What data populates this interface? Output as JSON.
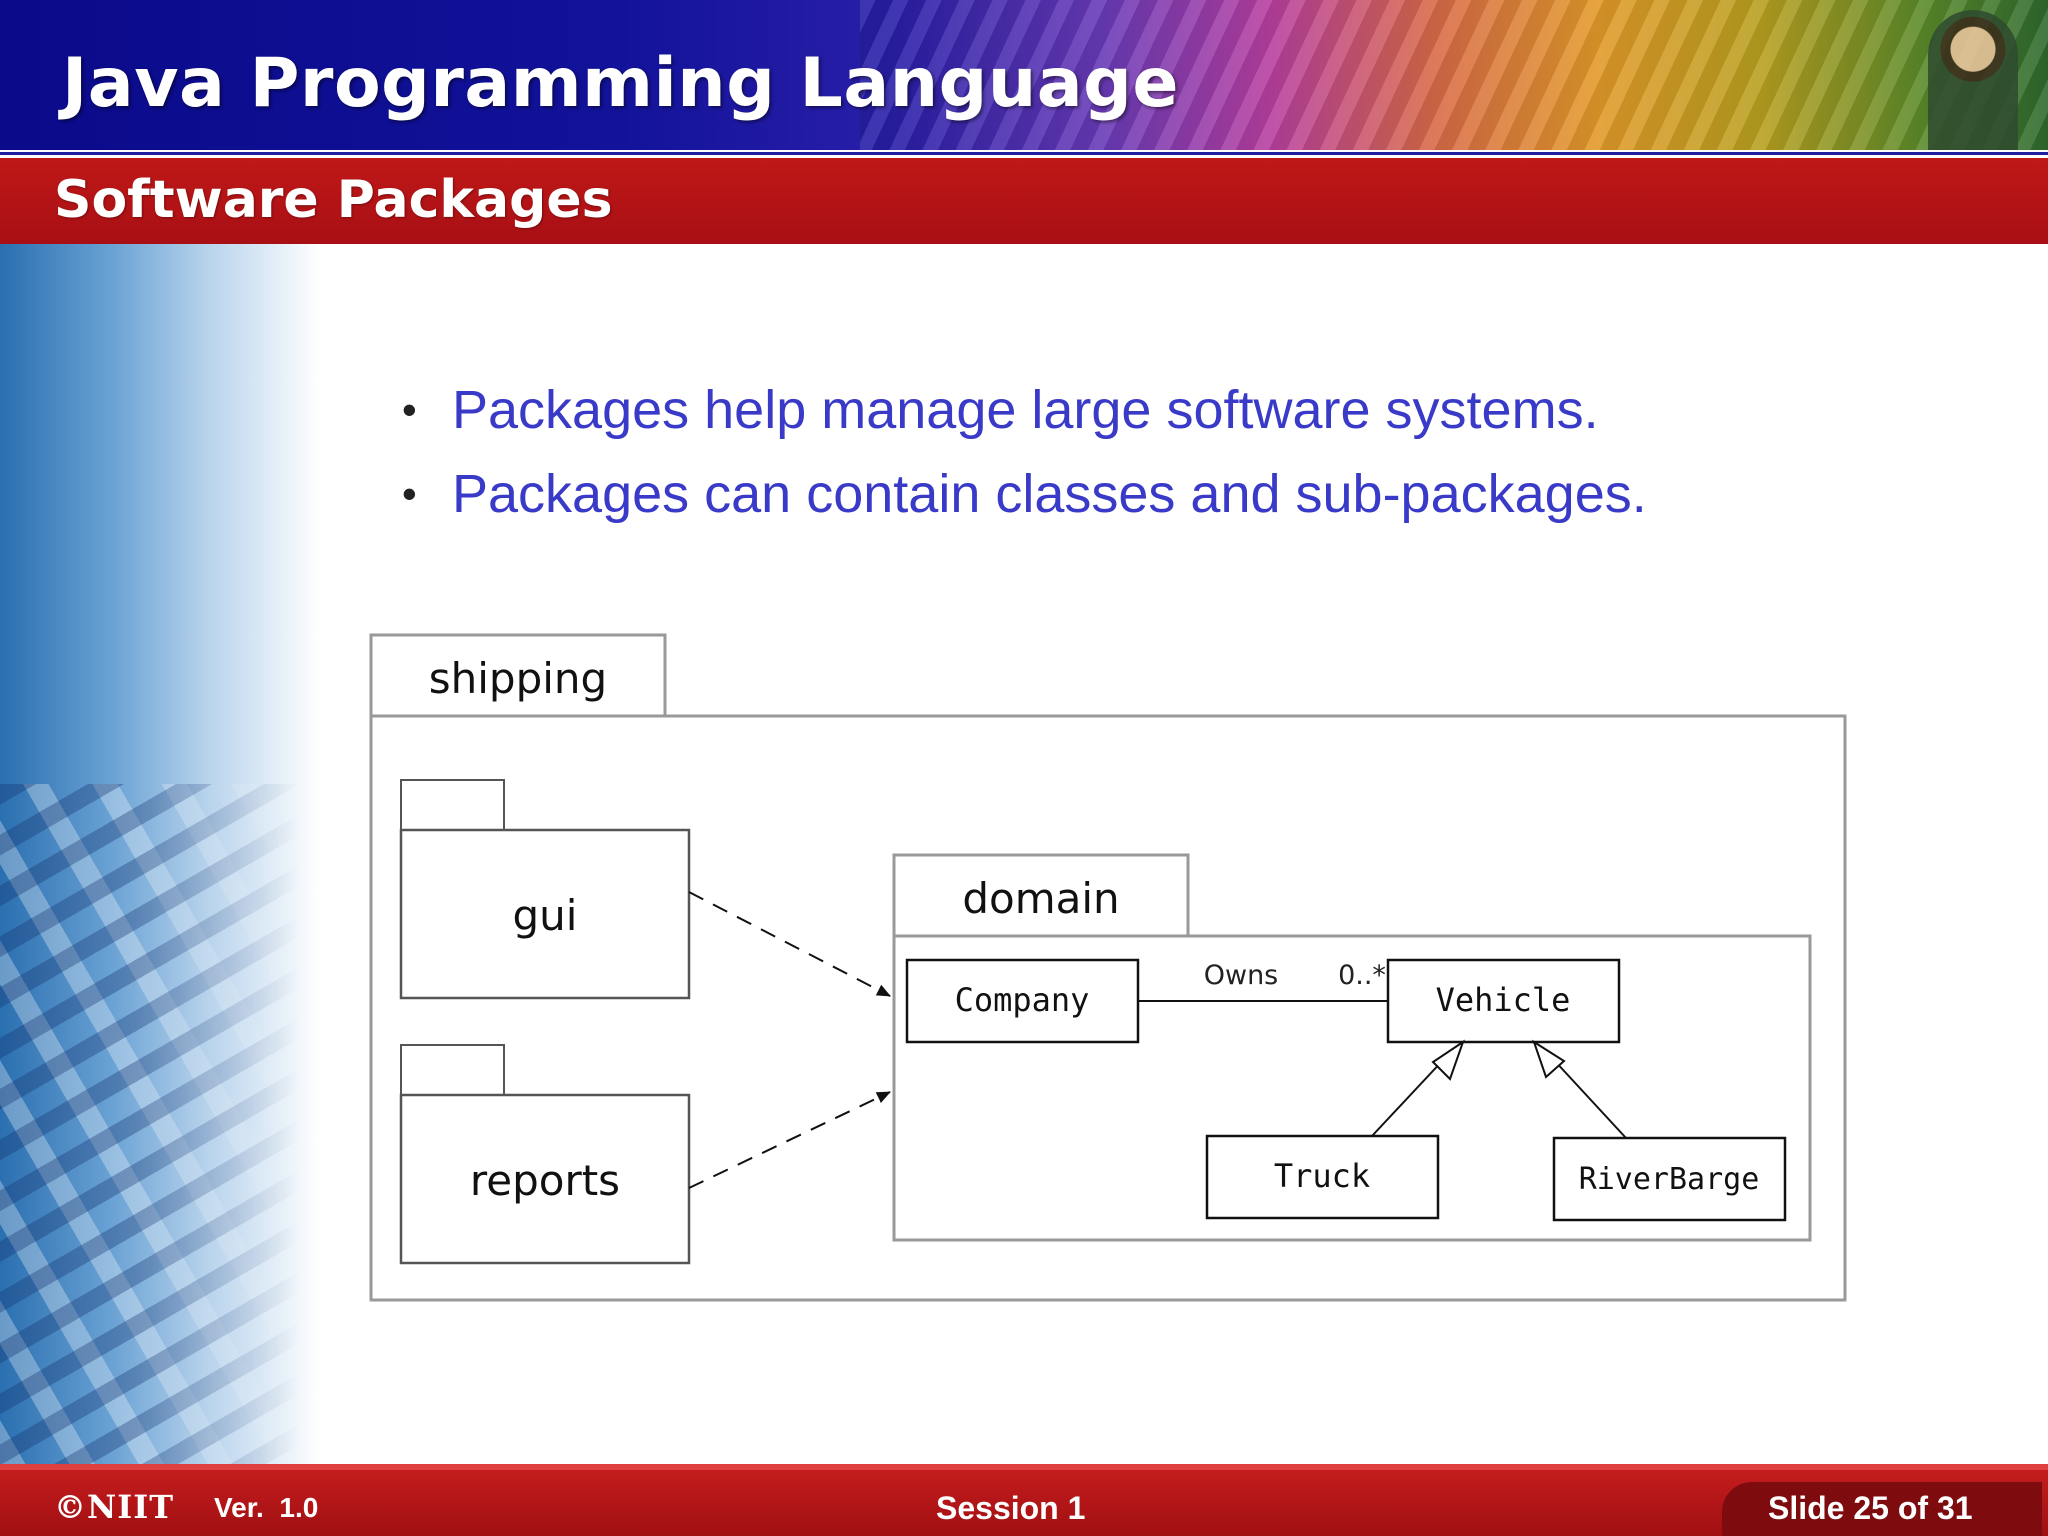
{
  "header": {
    "title": "Java Programming Language"
  },
  "subheader": {
    "title": "Software Packages"
  },
  "bullets": [
    "Packages help manage large software systems.",
    "Packages can contain classes and sub-packages."
  ],
  "diagram": {
    "outer_package": "shipping",
    "sub_packages": [
      "gui",
      "reports"
    ],
    "inner_package": "domain",
    "classes": {
      "company": "Company",
      "vehicle": "Vehicle",
      "truck": "Truck",
      "riverbarge": "RiverBarge"
    },
    "association": {
      "label": "Owns",
      "multiplicity": "0..*"
    }
  },
  "footer": {
    "logo": "©NIIT",
    "version": "Ver.  1.0",
    "session": "Session 1",
    "slide": "Slide 25 of 31"
  },
  "colors": {
    "title_bar": "#12129a",
    "subtitle_bar": "#b01218",
    "bullet_text": "#3a3ac8",
    "footer_bar": "#b01218"
  }
}
